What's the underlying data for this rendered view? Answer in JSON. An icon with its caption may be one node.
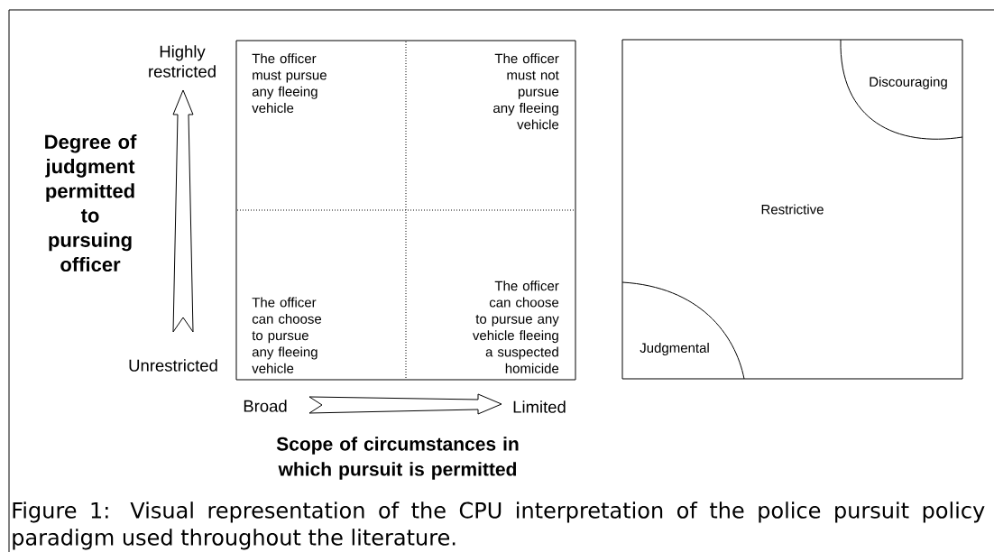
{
  "diagram": {
    "caption": "Figure 1: Visual representation of the CPU interpretation of the police pursuit policy paradigm used throughout the literature.",
    "nodes": [
      {
        "text": [],
        "shape": "box"
      },
      {
        "text": [
          "The officer must pursue any fleeing vehicle"
        ],
        "in": 0
      },
      {
        "text": [
          "The officer must not pursue any fleeing vehicle"
        ],
        "in": 0
      },
      {
        "text": [
          "The officer can choose to pursue any fleeing vehicle"
        ],
        "in": 0
      },
      {
        "text": [
          "The officer can choose to pursue any vehicle fleeing a suspected homicide"
        ],
        "in": 0
      },
      {
        "text": [
          "Restrictive"
        ]
      },
      {
        "text": [
          "Discouraging"
        ],
        "in": 5
      },
      {
        "text": [
          "Judgmental"
        ],
        "in": 5
      }
    ],
    "labels": [
      "Highly restricted",
      "Unrestricted",
      "Degree of judgment permitted to pursuing officer",
      "Broad",
      "Limited",
      "Scope of circumstances in which pursuit is permitted"
    ]
  }
}
